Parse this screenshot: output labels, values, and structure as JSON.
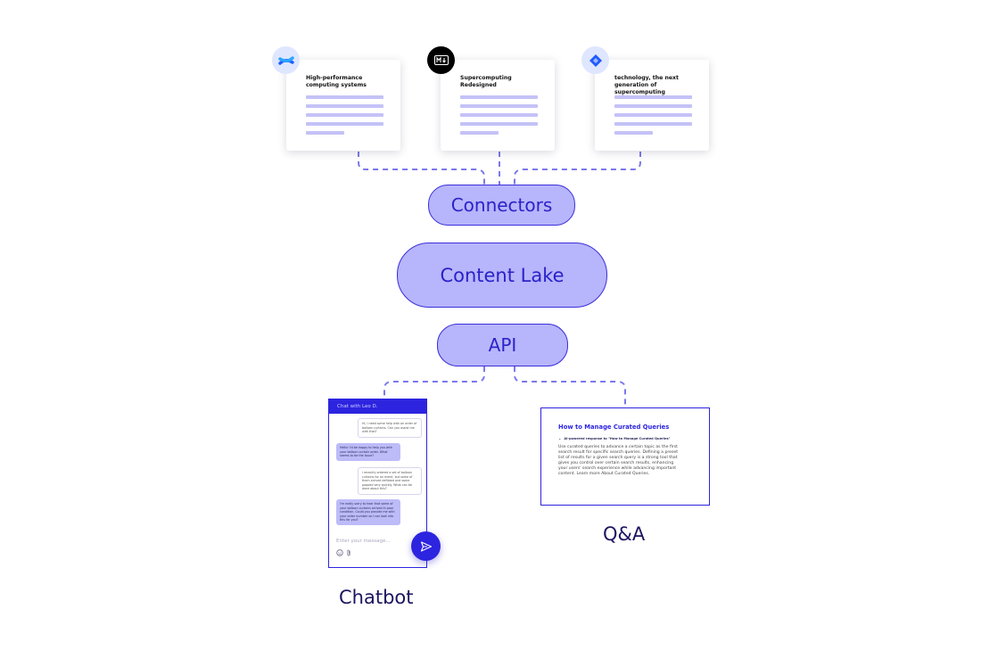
{
  "sources": [
    {
      "title": "High-performance computing systems",
      "icon_name": "confluence-icon",
      "icon_bg": "#dfe6ff",
      "icon_color": "#1f5bff"
    },
    {
      "title": "Supercomputing Redesigned",
      "icon_name": "markdown-icon",
      "icon_bg": "#000000",
      "icon_color": "#ffffff"
    },
    {
      "title": "technology, the next generation of supercomputing",
      "icon_name": "jira-icon",
      "icon_bg": "#dfe6ff",
      "icon_color": "#1f5bff"
    }
  ],
  "nodes": {
    "connectors": "Connectors",
    "content_lake": "Content Lake",
    "api": "API"
  },
  "chatbot": {
    "header": "Chat with Leo D.",
    "messages": [
      {
        "role": "user",
        "text": "Hi, I need some help with an order of balloon curtains. Can you assist me with that?"
      },
      {
        "role": "bot",
        "text": "Hello! I'd be happy to help you with your balloon curtain order. What seems to be the issue?"
      },
      {
        "role": "user",
        "text": "I recently ordered a set of balloon curtains for an event, but some of them arrived deflated and some popped very quickly. What can be done about this?"
      },
      {
        "role": "bot",
        "text": "I'm really sorry to hear that some of your balloon curtains arrived in poor condition. Could you provide me with your order number so I can look into this for you?"
      }
    ],
    "input_placeholder": "Enter your message...",
    "caption": "Chatbot"
  },
  "qa": {
    "title": "How to Manage Curated Queries",
    "subtitle": "AI-powered response to \"How to Manage Curated Queries\"",
    "body": "Use curated queries to advance a certain topic as the first search result for specific search queries. Defining a preset list of results for a given search query is a strong tool that gives you control over certain search results, enhancing your users' search experience while advancing important content. Learn more About Curated Queries.",
    "caption": "Q&A"
  },
  "colors": {
    "accent": "#2d24e0",
    "node_fill": "#b7b5fb",
    "node_border": "#3a2fdb",
    "connector_line": "#7b78ec"
  }
}
